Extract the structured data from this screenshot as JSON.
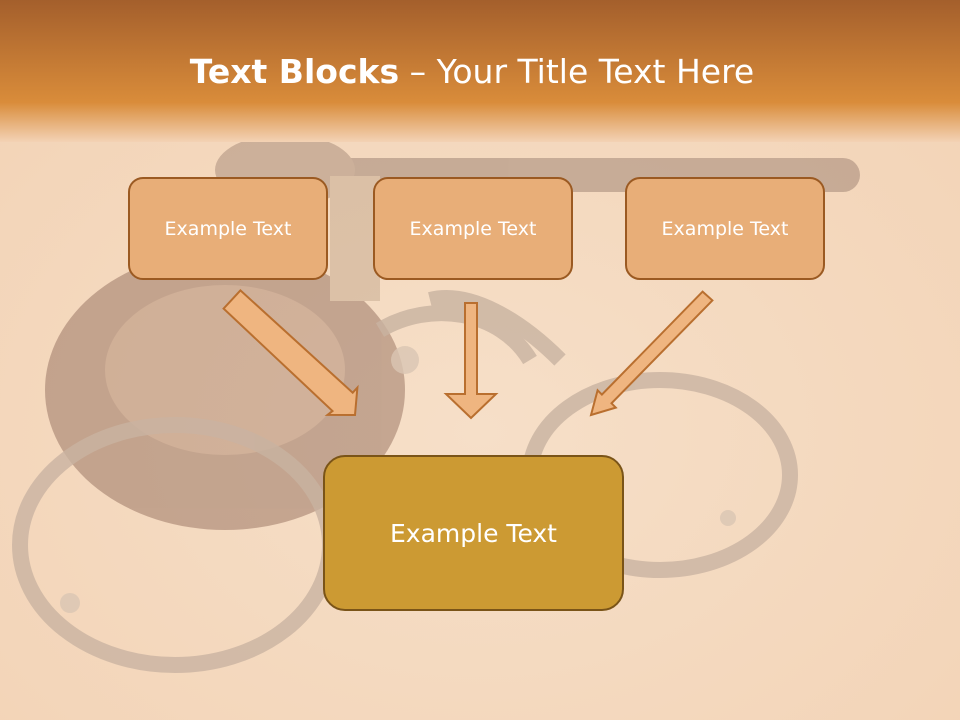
{
  "title": {
    "bold": "Text Blocks",
    "dash": "–",
    "rest": "Your Title Text Here"
  },
  "blocks": [
    {
      "text": "Example Text"
    },
    {
      "text": "Example Text"
    },
    {
      "text": "Example Text"
    }
  ],
  "result_block": {
    "text": "Example Text"
  },
  "colors": {
    "header_band": "#a45f2c",
    "background": "#f5dcc4",
    "small_box_fill": "#e8ae78",
    "small_box_border": "#9b5a22",
    "big_box_fill": "#cc9a33",
    "big_box_border": "#7a5418",
    "arrow_fill": "#efb580",
    "arrow_stroke": "#b96f2f"
  }
}
